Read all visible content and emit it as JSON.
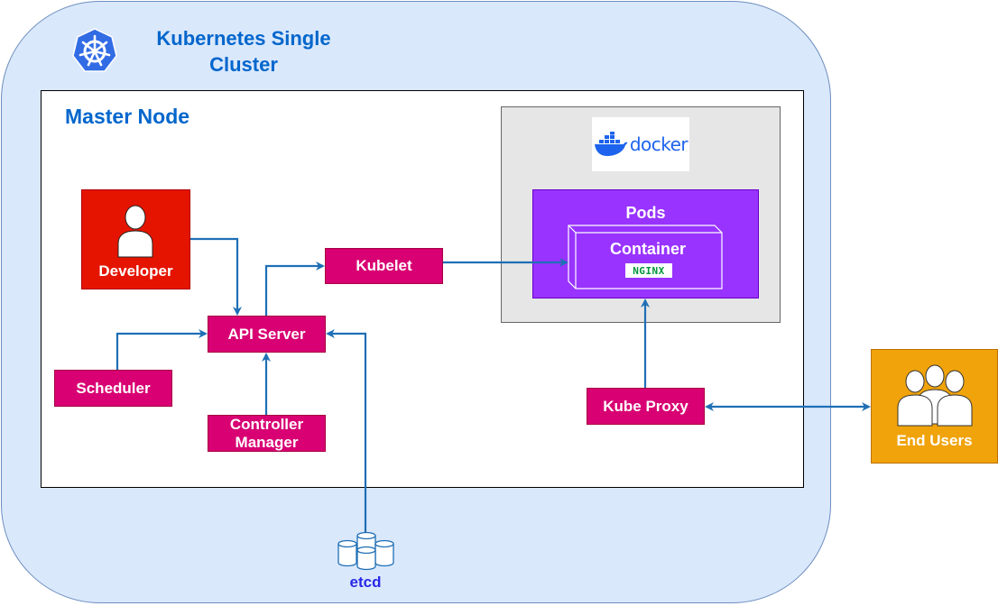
{
  "cluster": {
    "title": "Kubernetes Single Cluster"
  },
  "master": {
    "title": "Master Node"
  },
  "docker": {
    "logo_text": "docker"
  },
  "pods": {
    "label": "Pods"
  },
  "container": {
    "label": "Container",
    "badge": "NGINX"
  },
  "components": {
    "developer": "Developer",
    "api_server": "API Server",
    "kubelet": "Kubelet",
    "scheduler": "Scheduler",
    "controller_manager": "Controller Manager",
    "kube_proxy": "Kube Proxy",
    "end_users": "End Users",
    "etcd": "etcd"
  },
  "colors": {
    "cluster_fill": "#dae8fc",
    "title_blue": "#0066cc",
    "component": "#d80073",
    "developer": "#e51400",
    "pods": "#9933ff",
    "end_users": "#f0a30a",
    "edge": "#1f6fb5"
  }
}
